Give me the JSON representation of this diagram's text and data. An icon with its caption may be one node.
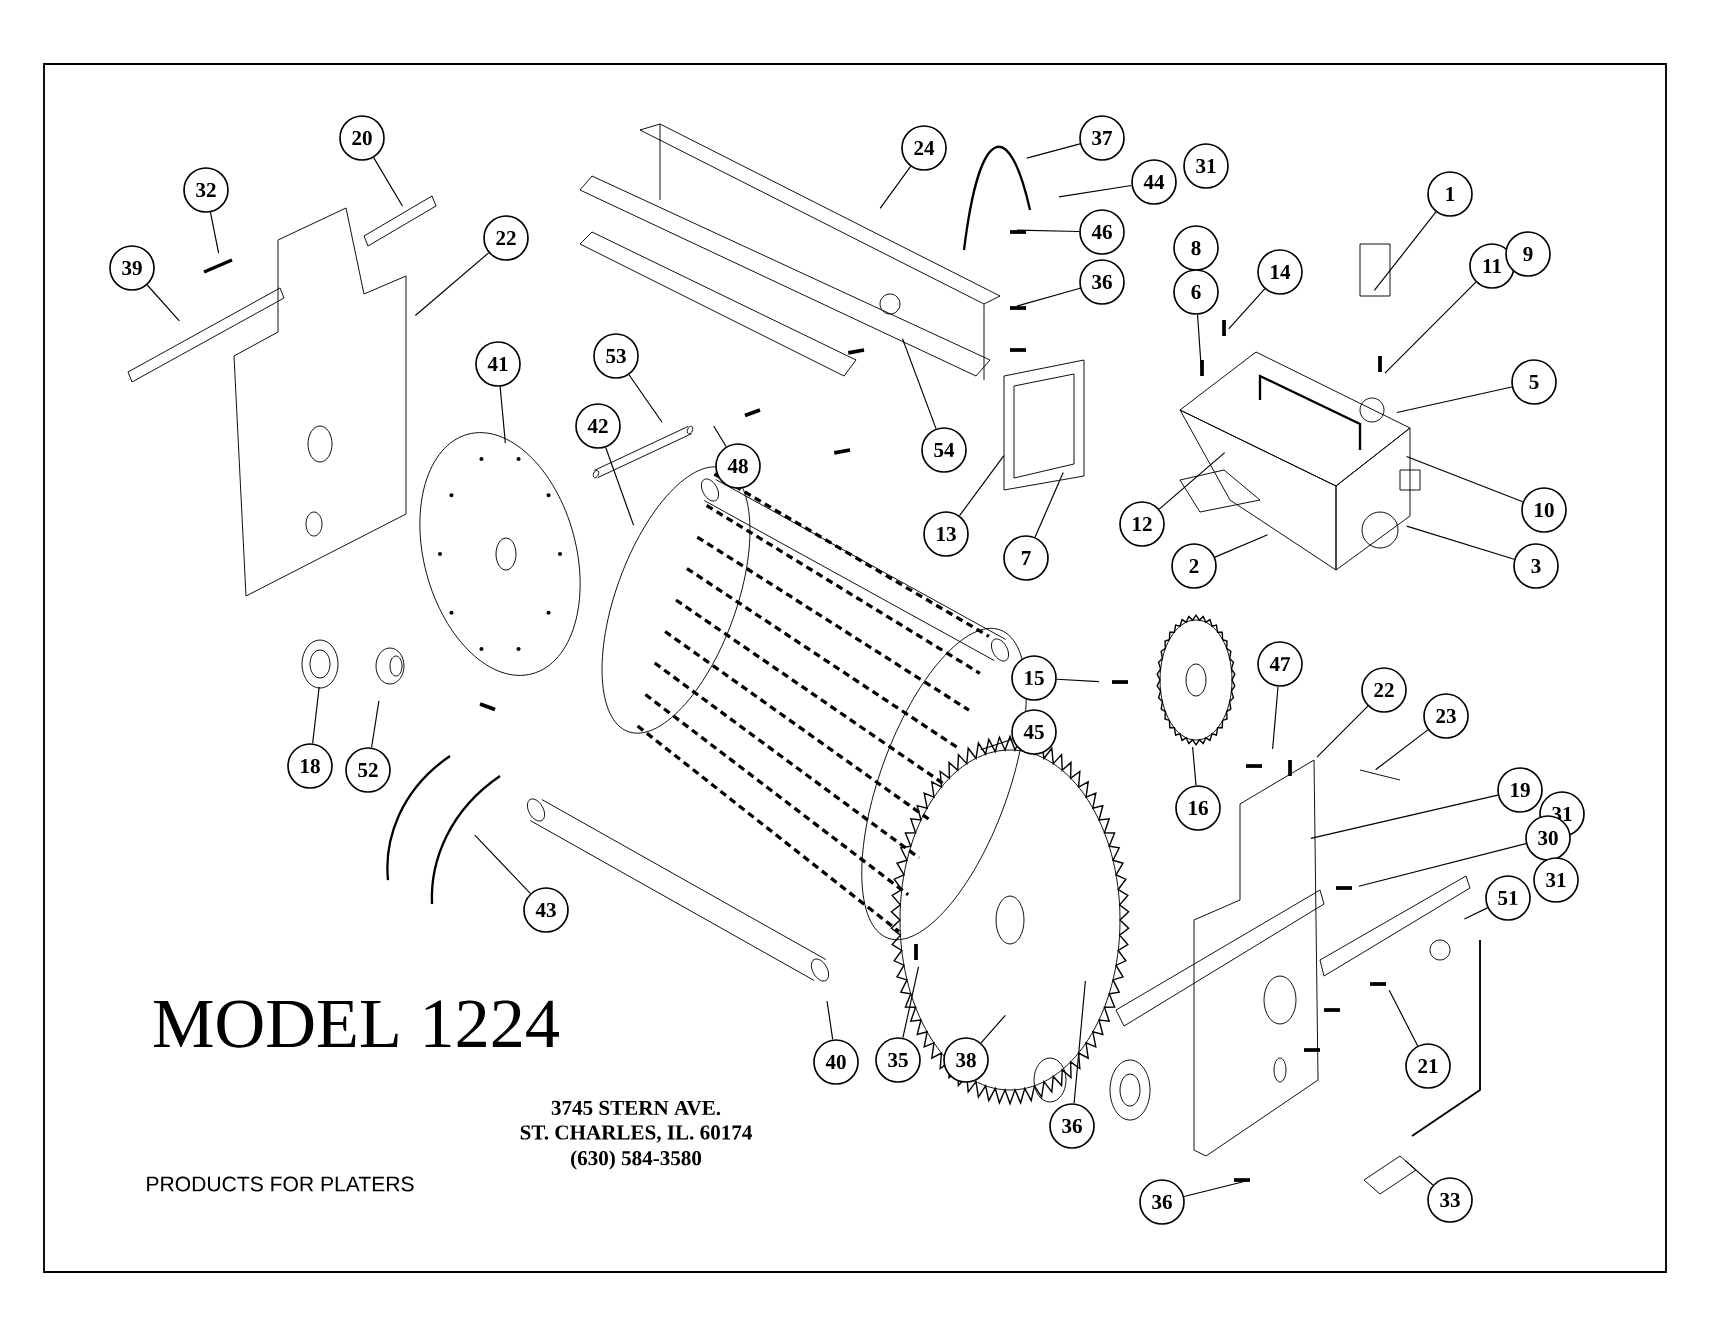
{
  "diagram": {
    "nodes": [
      {
        "text": [
          "20"
        ]
      },
      {
        "text": [
          "32"
        ]
      },
      {
        "text": [
          "22"
        ]
      },
      {
        "text": [
          "39"
        ]
      },
      {
        "text": [
          "41"
        ]
      },
      {
        "text": [
          "53"
        ]
      },
      {
        "text": [
          "42"
        ]
      },
      {
        "text": [
          "48"
        ]
      },
      {
        "text": [
          "24"
        ]
      },
      {
        "text": [
          "37"
        ]
      },
      {
        "text": [
          "44"
        ]
      },
      {
        "text": [
          "31"
        ]
      },
      {
        "text": [
          "46"
        ]
      },
      {
        "text": [
          "36"
        ]
      },
      {
        "text": [
          "54"
        ]
      },
      {
        "text": [
          "13"
        ]
      },
      {
        "text": [
          "7"
        ]
      },
      {
        "text": [
          "8"
        ]
      },
      {
        "text": [
          "6"
        ]
      },
      {
        "text": [
          "14"
        ]
      },
      {
        "text": [
          "1"
        ]
      },
      {
        "text": [
          "11"
        ]
      },
      {
        "text": [
          "9"
        ]
      },
      {
        "text": [
          "5"
        ]
      },
      {
        "text": [
          "12"
        ]
      },
      {
        "text": [
          "10"
        ]
      },
      {
        "text": [
          "2"
        ]
      },
      {
        "text": [
          "3"
        ]
      },
      {
        "text": [
          "15"
        ]
      },
      {
        "text": [
          "47"
        ]
      },
      {
        "text": [
          "22"
        ]
      },
      {
        "text": [
          "45"
        ]
      },
      {
        "text": [
          "23"
        ]
      },
      {
        "text": [
          "18"
        ]
      },
      {
        "text": [
          "52"
        ]
      },
      {
        "text": [
          "16"
        ]
      },
      {
        "text": [
          "19"
        ]
      },
      {
        "text": [
          "31"
        ]
      },
      {
        "text": [
          "30"
        ]
      },
      {
        "text": [
          "31"
        ]
      },
      {
        "text": [
          "51"
        ]
      },
      {
        "text": [
          "43"
        ]
      },
      {
        "text": [
          "35"
        ]
      },
      {
        "text": [
          "40"
        ]
      },
      {
        "text": [
          "38"
        ]
      },
      {
        "text": [
          "21"
        ]
      },
      {
        "text": [
          "36"
        ]
      },
      {
        "text": [
          "36"
        ]
      },
      {
        "text": [
          "33"
        ]
      }
    ],
    "edges": [
      {
        "from": 0,
        "to": null,
        "arrow": "none"
      },
      {
        "from": 1,
        "to": null,
        "arrow": "none"
      },
      {
        "from": 2,
        "to": null,
        "arrow": "none"
      },
      {
        "from": 3,
        "to": null,
        "arrow": "none"
      },
      {
        "from": 4,
        "to": null,
        "arrow": "none"
      },
      {
        "from": 5,
        "to": null,
        "arrow": "none"
      },
      {
        "from": 6,
        "to": null,
        "arrow": "none"
      },
      {
        "from": 7,
        "to": null,
        "arrow": "none"
      },
      {
        "from": 8,
        "to": null,
        "arrow": "none"
      },
      {
        "from": 9,
        "to": null,
        "arrow": "none"
      },
      {
        "from": 10,
        "to": null,
        "arrow": "none"
      },
      {
        "from": 12,
        "to": null,
        "arrow": "none"
      },
      {
        "from": 13,
        "to": null,
        "arrow": "none"
      },
      {
        "from": 14,
        "to": null,
        "arrow": "none"
      },
      {
        "from": 15,
        "to": null,
        "arrow": "none"
      },
      {
        "from": 16,
        "to": null,
        "arrow": "none"
      },
      {
        "from": 18,
        "to": null,
        "arrow": "none"
      },
      {
        "from": 19,
        "to": null,
        "arrow": "none"
      },
      {
        "from": 20,
        "to": null,
        "arrow": "none"
      },
      {
        "from": 21,
        "to": null,
        "arrow": "none"
      },
      {
        "from": 23,
        "to": null,
        "arrow": "none"
      },
      {
        "from": 24,
        "to": null,
        "arrow": "none"
      },
      {
        "from": 25,
        "to": null,
        "arrow": "none"
      },
      {
        "from": 26,
        "to": null,
        "arrow": "none"
      },
      {
        "from": 27,
        "to": null,
        "arrow": "none"
      },
      {
        "from": 28,
        "to": null,
        "arrow": "none"
      },
      {
        "from": 29,
        "to": null,
        "arrow": "none"
      },
      {
        "from": 30,
        "to": null,
        "arrow": "none"
      },
      {
        "from": 31,
        "to": null,
        "arrow": "none"
      },
      {
        "from": 32,
        "to": null,
        "arrow": "none"
      },
      {
        "from": 33,
        "to": null,
        "arrow": "none"
      },
      {
        "from": 34,
        "to": null,
        "arrow": "none"
      },
      {
        "from": 35,
        "to": null,
        "arrow": "none"
      },
      {
        "from": 36,
        "to": null,
        "arrow": "none"
      },
      {
        "from": 38,
        "to": null,
        "arrow": "none"
      },
      {
        "from": 40,
        "to": null,
        "arrow": "none"
      },
      {
        "from": 41,
        "to": null,
        "arrow": "none"
      },
      {
        "from": 42,
        "to": null,
        "arrow": "none"
      },
      {
        "from": 43,
        "to": null,
        "arrow": "none"
      },
      {
        "from": 44,
        "to": null,
        "arrow": "none"
      },
      {
        "from": 45,
        "to": null,
        "arrow": "none"
      },
      {
        "from": 46,
        "to": null,
        "arrow": "none"
      },
      {
        "from": 47,
        "to": null,
        "arrow": "none"
      },
      {
        "from": 48,
        "to": null,
        "arrow": "none"
      }
    ],
    "labels": [
      "MODEL 1224",
      "PRODUCTS FOR PLATERS",
      "3745 STERN AVE.",
      "ST. CHARLES, IL. 60174",
      "(630) 584-3580"
    ]
  }
}
